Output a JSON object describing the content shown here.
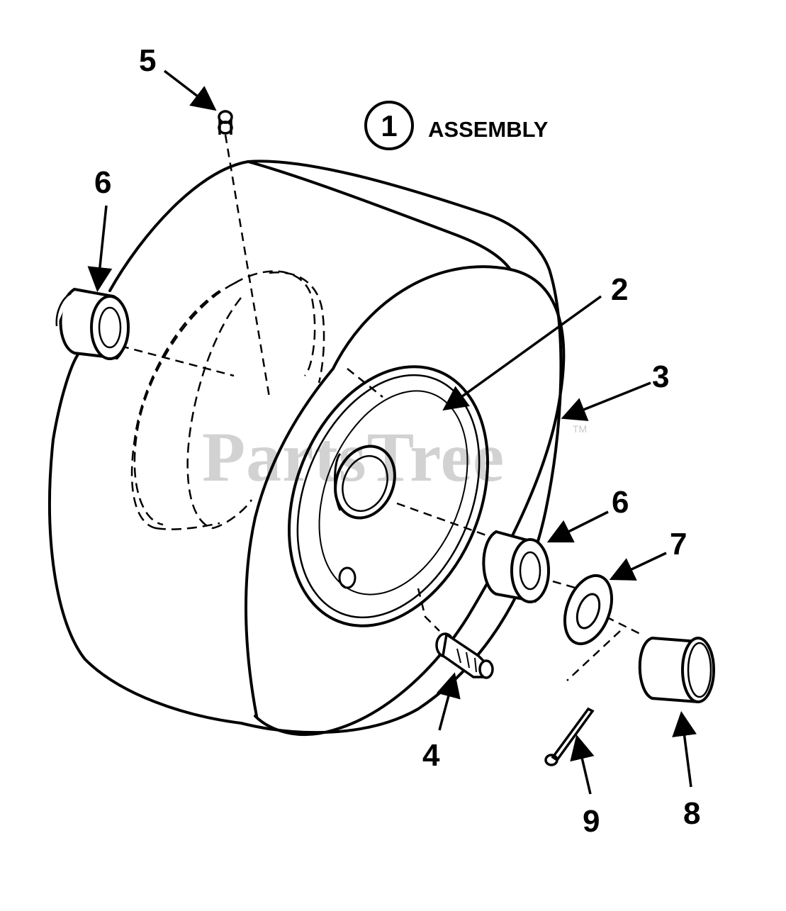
{
  "assembly": {
    "number": "1",
    "label": "ASSEMBLY"
  },
  "watermark": {
    "text": "PartsTree",
    "tm": "TM"
  },
  "callouts": {
    "tire_valve_cap": "5",
    "bushing_left": "6",
    "wheel_rim": "2",
    "tire": "3",
    "bushing_right": "6",
    "washer": "7",
    "valve_stem": "4",
    "cotter_pin": "9",
    "hub_cap": "8"
  },
  "colors": {
    "line": "#000000",
    "background": "#ffffff",
    "watermark": "#d2d2d2"
  }
}
